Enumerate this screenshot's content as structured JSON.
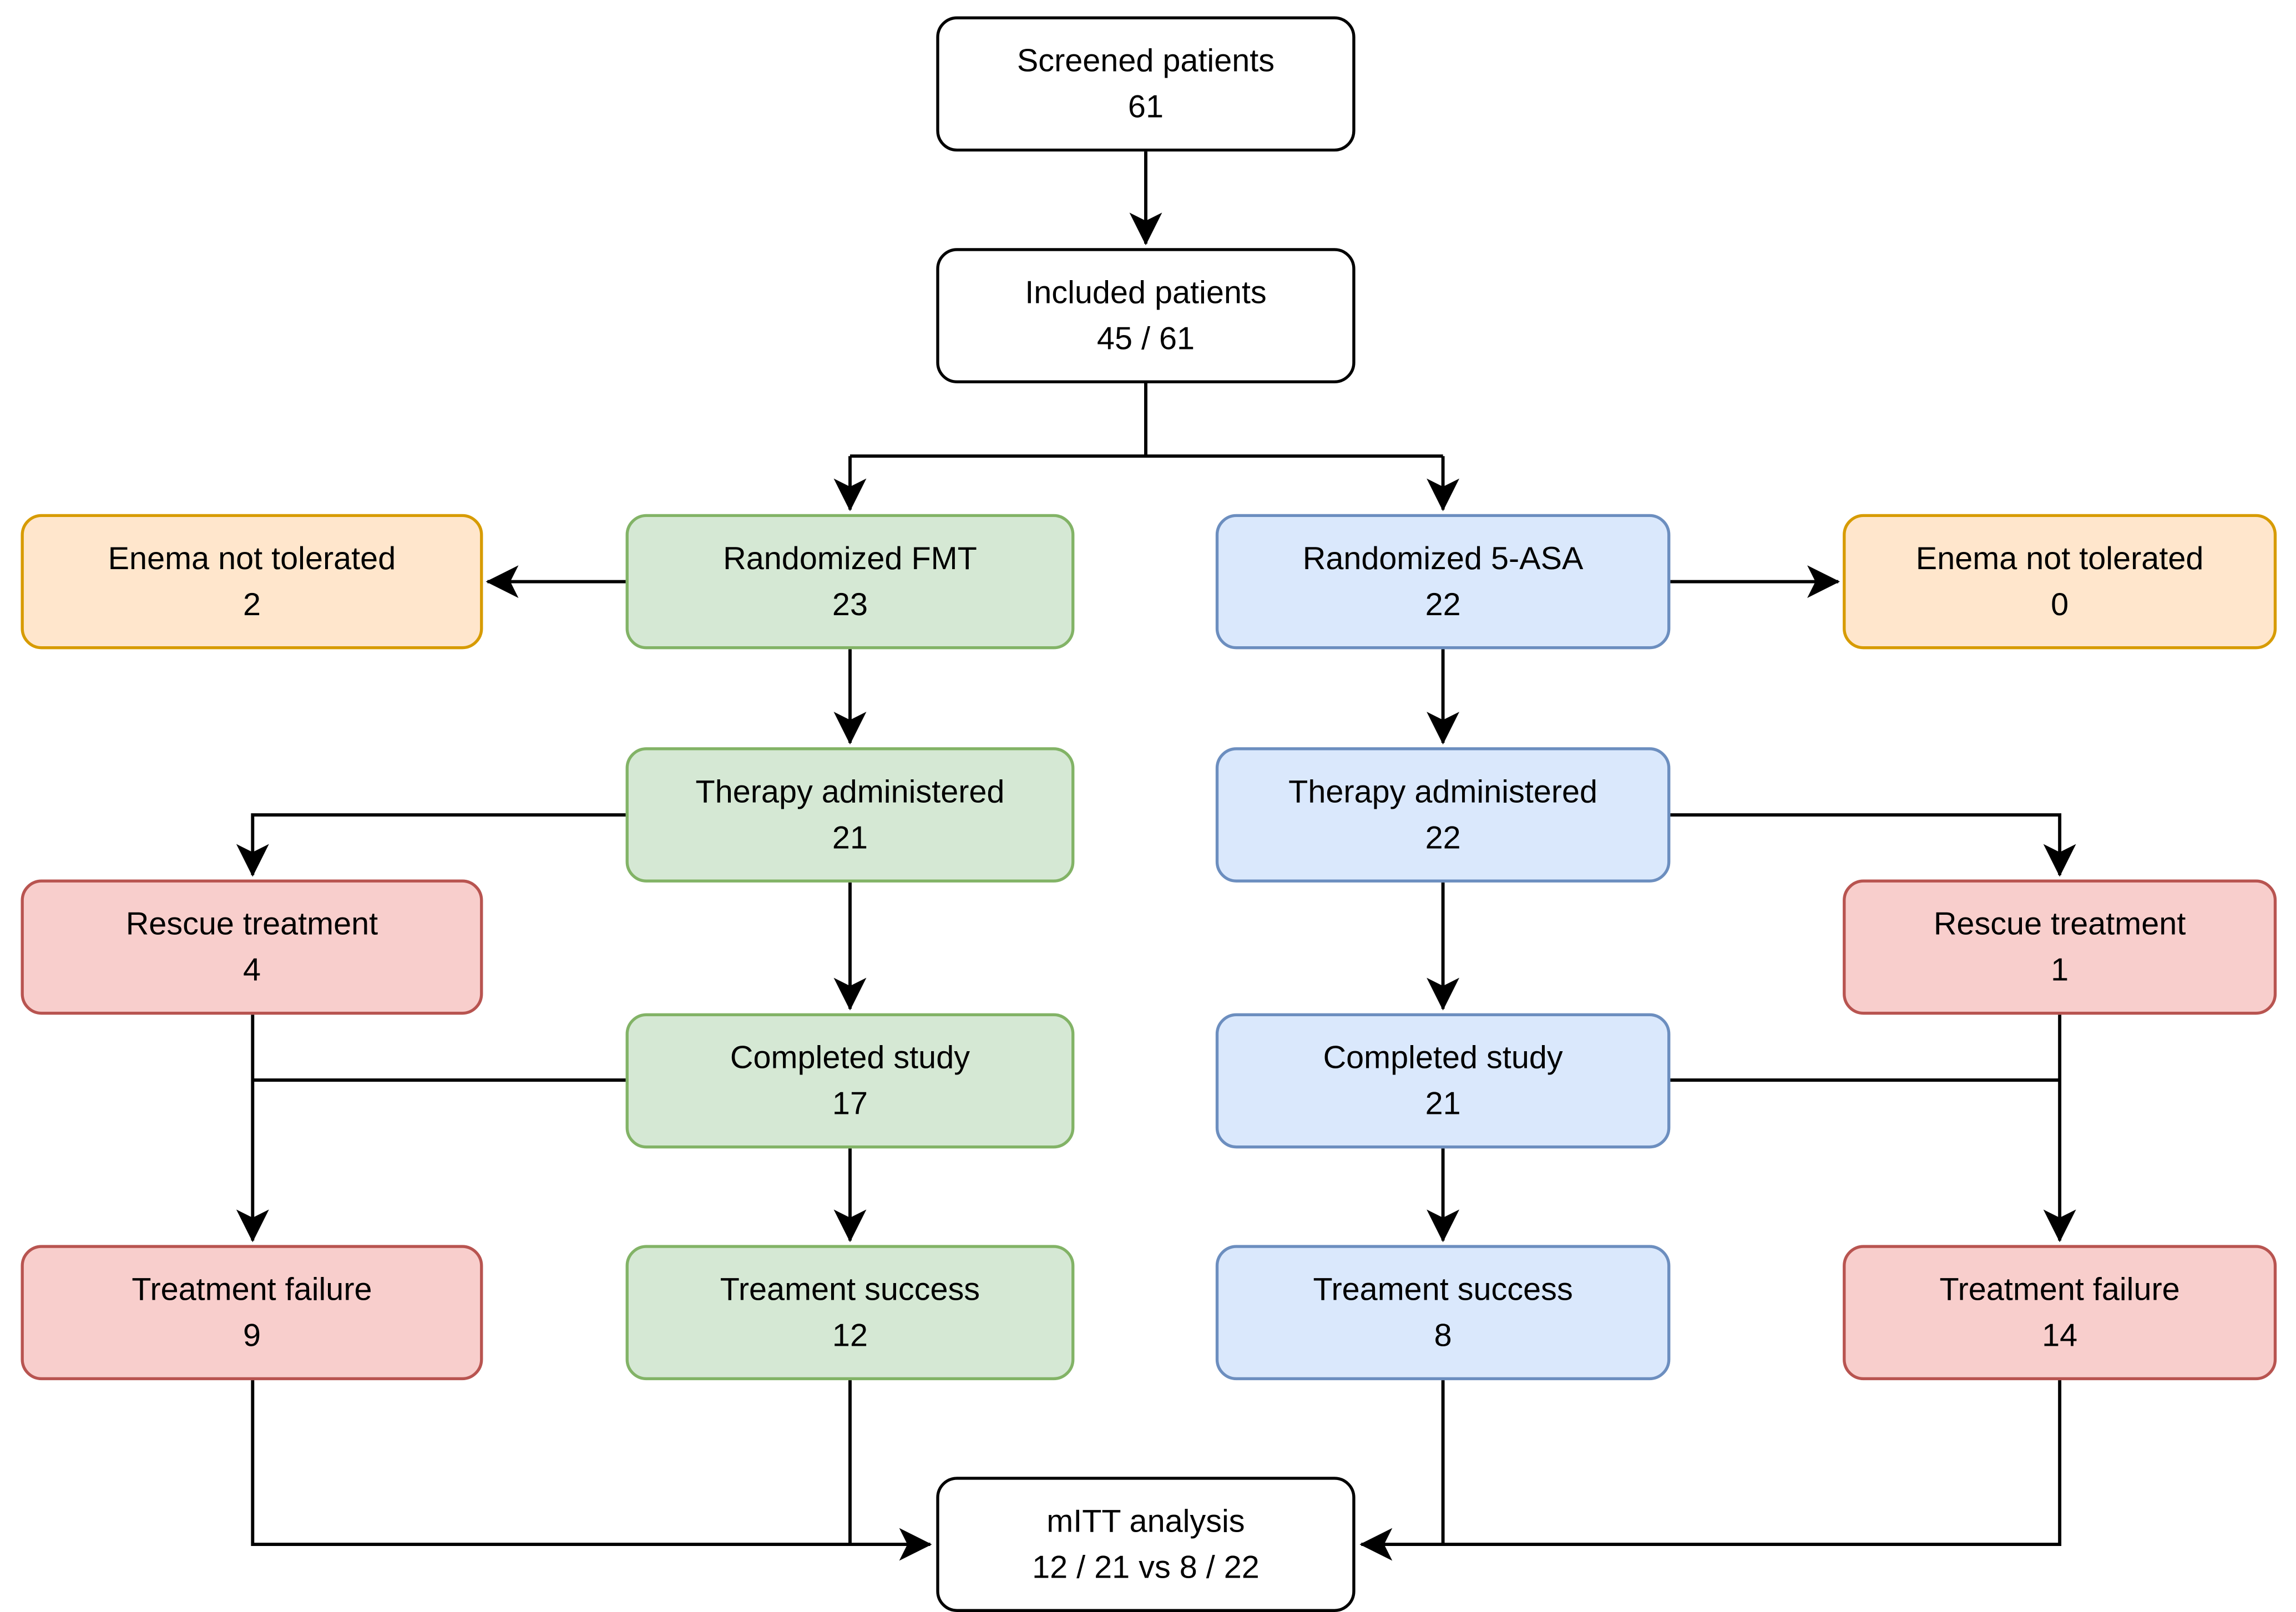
{
  "diagram": {
    "type": "flowchart",
    "background": "#ffffff",
    "palette": {
      "neutral_fill": "#ffffff",
      "neutral_stroke": "#000000",
      "green_fill": "#d5e8d4",
      "green_stroke": "#82b366",
      "blue_fill": "#dae8fc",
      "blue_stroke": "#6c8ebf",
      "orange_fill": "#ffe6cc",
      "orange_stroke": "#d79b00",
      "red_fill": "#f8cecc",
      "red_stroke": "#b85450",
      "text_color": "#000000",
      "edge_color": "#000000"
    },
    "nodes": {
      "screened": {
        "label": "Screened patients",
        "value": "61",
        "fill": "#ffffff",
        "stroke": "#000000"
      },
      "included": {
        "label": "Included patients",
        "value": "45 / 61",
        "fill": "#ffffff",
        "stroke": "#000000"
      },
      "enema_left": {
        "label": "Enema not tolerated",
        "value": "2",
        "fill": "#ffe6cc",
        "stroke": "#d79b00"
      },
      "randomized_fmt": {
        "label": "Randomized FMT",
        "value": "23",
        "fill": "#d5e8d4",
        "stroke": "#82b366"
      },
      "randomized_asa": {
        "label": "Randomized 5-ASA",
        "value": "22",
        "fill": "#dae8fc",
        "stroke": "#6c8ebf"
      },
      "enema_right": {
        "label": "Enema not tolerated",
        "value": "0",
        "fill": "#ffe6cc",
        "stroke": "#d79b00"
      },
      "therapy_fmt": {
        "label": "Therapy administered",
        "value": "21",
        "fill": "#d5e8d4",
        "stroke": "#82b366"
      },
      "therapy_asa": {
        "label": "Therapy administered",
        "value": "22",
        "fill": "#dae8fc",
        "stroke": "#6c8ebf"
      },
      "rescue_left": {
        "label": "Rescue treatment",
        "value": "4",
        "fill": "#f8cecc",
        "stroke": "#b85450"
      },
      "rescue_right": {
        "label": "Rescue treatment",
        "value": "1",
        "fill": "#f8cecc",
        "stroke": "#b85450"
      },
      "completed_fmt": {
        "label": "Completed study",
        "value": "17",
        "fill": "#d5e8d4",
        "stroke": "#82b366"
      },
      "completed_asa": {
        "label": "Completed study",
        "value": "21",
        "fill": "#dae8fc",
        "stroke": "#6c8ebf"
      },
      "failure_left": {
        "label": "Treatment failure",
        "value": "9",
        "fill": "#f8cecc",
        "stroke": "#b85450"
      },
      "success_fmt": {
        "label": "Treament success",
        "value": "12",
        "fill": "#d5e8d4",
        "stroke": "#82b366"
      },
      "success_asa": {
        "label": "Treament success",
        "value": "8",
        "fill": "#dae8fc",
        "stroke": "#6c8ebf"
      },
      "failure_right": {
        "label": "Treatment failure",
        "value": "14",
        "fill": "#f8cecc",
        "stroke": "#b85450"
      },
      "mitt": {
        "label": "mITT analysis",
        "value": "12 / 21 vs 8 / 22",
        "fill": "#ffffff",
        "stroke": "#000000"
      }
    },
    "edges": [
      "screened -> included",
      "included -> randomized_fmt",
      "included -> randomized_asa",
      "randomized_fmt -> enema_left",
      "randomized_asa -> enema_right",
      "randomized_fmt -> therapy_fmt",
      "randomized_asa -> therapy_asa",
      "therapy_fmt -> rescue_left",
      "therapy_asa -> rescue_right",
      "therapy_fmt -> completed_fmt",
      "therapy_asa -> completed_asa",
      "rescue_left -> failure_left",
      "completed_fmt -> failure_left",
      "rescue_right -> failure_right",
      "completed_asa -> failure_right",
      "completed_fmt -> success_fmt",
      "completed_asa -> success_asa",
      "failure_left -> mitt",
      "success_fmt -> mitt",
      "failure_right -> mitt",
      "success_asa -> mitt"
    ]
  }
}
